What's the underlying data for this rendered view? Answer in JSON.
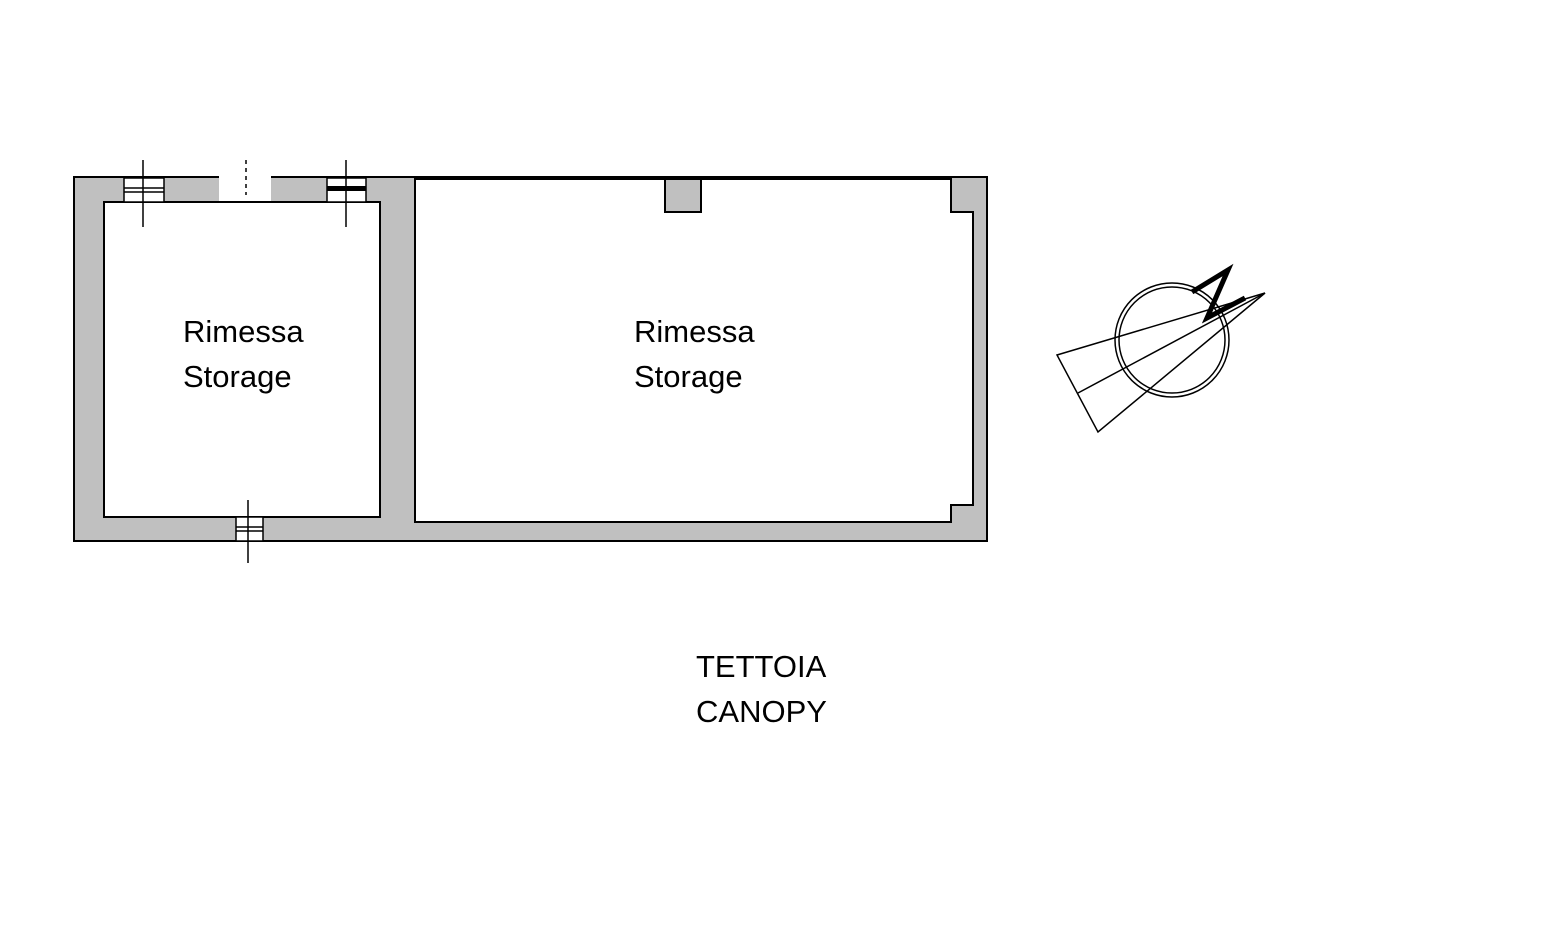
{
  "plan": {
    "rooms": [
      {
        "name_it": "Rimessa",
        "name_en": "Storage"
      },
      {
        "name_it": "Rimessa",
        "name_en": "Storage"
      }
    ],
    "outdoor": {
      "name_it": "TETTOIA",
      "name_en": "CANOPY"
    },
    "compass": {
      "icon": "north-arrow-icon"
    }
  },
  "colors": {
    "wall": "#c0c0c0",
    "line": "#000000",
    "background": "#ffffff"
  }
}
